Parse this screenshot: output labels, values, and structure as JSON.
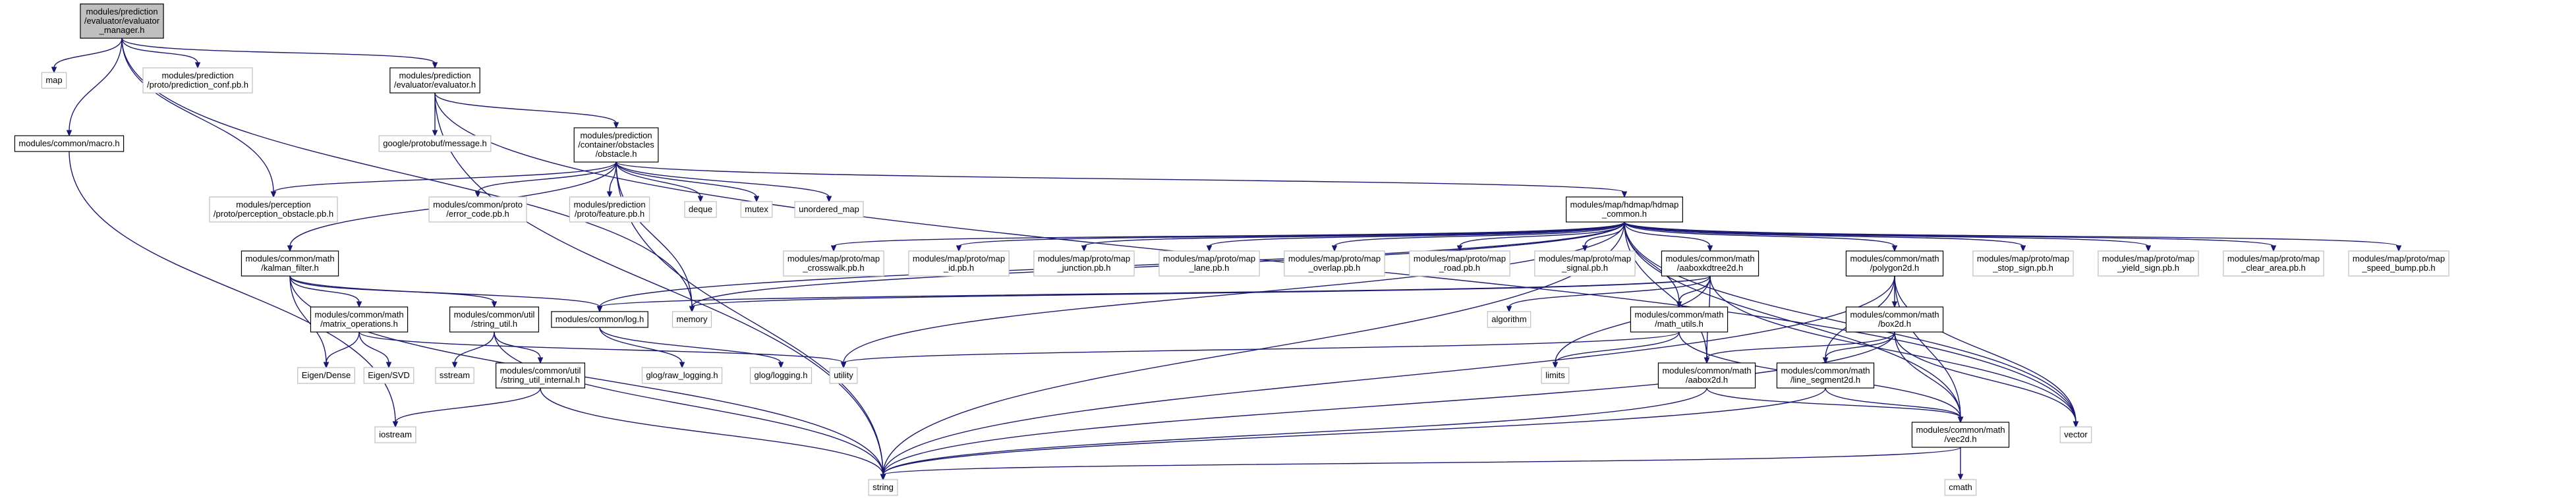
{
  "colors": {
    "edge": "#191970",
    "root_fill": "#bfbfbf",
    "doc_border": "#000000",
    "external_border": "#bfbfbf",
    "background": "#ffffff"
  },
  "nodes": [
    {
      "id": "root",
      "kind": "root",
      "lines": [
        "modules/prediction",
        "/evaluator/evaluator",
        "_manager.h"
      ]
    },
    {
      "id": "map",
      "kind": "external",
      "lines": [
        "map"
      ]
    },
    {
      "id": "pred_conf",
      "kind": "external",
      "lines": [
        "modules/prediction",
        "/proto/prediction_conf.pb.h"
      ]
    },
    {
      "id": "evaluator",
      "kind": "doc",
      "lines": [
        "modules/prediction",
        "/evaluator/evaluator.h"
      ]
    },
    {
      "id": "macro",
      "kind": "doc",
      "lines": [
        "modules/common/macro.h"
      ]
    },
    {
      "id": "gpb_message",
      "kind": "external",
      "lines": [
        "google/protobuf/message.h"
      ]
    },
    {
      "id": "obstacle",
      "kind": "doc",
      "lines": [
        "modules/prediction",
        "/container/obstacles",
        "/obstacle.h"
      ]
    },
    {
      "id": "perc_obstacle",
      "kind": "external",
      "lines": [
        "modules/perception",
        "/proto/perception_obstacle.pb.h"
      ]
    },
    {
      "id": "error_code",
      "kind": "external",
      "lines": [
        "modules/common/proto",
        "/error_code.pb.h"
      ]
    },
    {
      "id": "feature",
      "kind": "external",
      "lines": [
        "modules/prediction",
        "/proto/feature.pb.h"
      ]
    },
    {
      "id": "deque",
      "kind": "external",
      "lines": [
        "deque"
      ]
    },
    {
      "id": "mutex",
      "kind": "external",
      "lines": [
        "mutex"
      ]
    },
    {
      "id": "unordered_map",
      "kind": "external",
      "lines": [
        "unordered_map"
      ]
    },
    {
      "id": "hdmap_common",
      "kind": "doc",
      "lines": [
        "modules/map/hdmap/hdmap",
        "_common.h"
      ]
    },
    {
      "id": "kalman",
      "kind": "doc",
      "lines": [
        "modules/common/math",
        "/kalman_filter.h"
      ]
    },
    {
      "id": "crosswalk",
      "kind": "external",
      "lines": [
        "modules/map/proto/map",
        "_crosswalk.pb.h"
      ]
    },
    {
      "id": "map_id",
      "kind": "external",
      "lines": [
        "modules/map/proto/map",
        "_id.pb.h"
      ]
    },
    {
      "id": "junction",
      "kind": "external",
      "lines": [
        "modules/map/proto/map",
        "_junction.pb.h"
      ]
    },
    {
      "id": "lane",
      "kind": "external",
      "lines": [
        "modules/map/proto/map",
        "_lane.pb.h"
      ]
    },
    {
      "id": "overlap",
      "kind": "external",
      "lines": [
        "modules/map/proto/map",
        "_overlap.pb.h"
      ]
    },
    {
      "id": "road",
      "kind": "external",
      "lines": [
        "modules/map/proto/map",
        "_road.pb.h"
      ]
    },
    {
      "id": "signal",
      "kind": "external",
      "lines": [
        "modules/map/proto/map",
        "_signal.pb.h"
      ]
    },
    {
      "id": "aaboxkdtree",
      "kind": "doc",
      "lines": [
        "modules/common/math",
        "/aaboxkdtree2d.h"
      ]
    },
    {
      "id": "polygon2d",
      "kind": "doc",
      "lines": [
        "modules/common/math",
        "/polygon2d.h"
      ]
    },
    {
      "id": "stop_sign",
      "kind": "external",
      "lines": [
        "modules/map/proto/map",
        "_stop_sign.pb.h"
      ]
    },
    {
      "id": "yield_sign",
      "kind": "external",
      "lines": [
        "modules/map/proto/map",
        "_yield_sign.pb.h"
      ]
    },
    {
      "id": "clear_area",
      "kind": "external",
      "lines": [
        "modules/map/proto/map",
        "_clear_area.pb.h"
      ]
    },
    {
      "id": "speed_bump",
      "kind": "external",
      "lines": [
        "modules/map/proto/map",
        "_speed_bump.pb.h"
      ]
    },
    {
      "id": "matrix_ops",
      "kind": "doc",
      "lines": [
        "modules/common/math",
        "/matrix_operations.h"
      ]
    },
    {
      "id": "string_util",
      "kind": "doc",
      "lines": [
        "modules/common/util",
        "/string_util.h"
      ]
    },
    {
      "id": "log",
      "kind": "doc",
      "lines": [
        "modules/common/log.h"
      ]
    },
    {
      "id": "memory",
      "kind": "external",
      "lines": [
        "memory"
      ]
    },
    {
      "id": "algorithm",
      "kind": "external",
      "lines": [
        "algorithm"
      ]
    },
    {
      "id": "math_utils",
      "kind": "doc",
      "lines": [
        "modules/common/math",
        "/math_utils.h"
      ]
    },
    {
      "id": "box2d",
      "kind": "doc",
      "lines": [
        "modules/common/math",
        "/box2d.h"
      ]
    },
    {
      "id": "eigen_dense",
      "kind": "external",
      "lines": [
        "Eigen/Dense"
      ]
    },
    {
      "id": "eigen_svd",
      "kind": "external",
      "lines": [
        "Eigen/SVD"
      ]
    },
    {
      "id": "sstream",
      "kind": "external",
      "lines": [
        "sstream"
      ]
    },
    {
      "id": "string_util_internal",
      "kind": "doc",
      "lines": [
        "modules/common/util",
        "/string_util_internal.h"
      ]
    },
    {
      "id": "glog_raw",
      "kind": "external",
      "lines": [
        "glog/raw_logging.h"
      ]
    },
    {
      "id": "glog",
      "kind": "external",
      "lines": [
        "glog/logging.h"
      ]
    },
    {
      "id": "utility",
      "kind": "external",
      "lines": [
        "utility"
      ]
    },
    {
      "id": "limits",
      "kind": "external",
      "lines": [
        "limits"
      ]
    },
    {
      "id": "aabox2d",
      "kind": "doc",
      "lines": [
        "modules/common/math",
        "/aabox2d.h"
      ]
    },
    {
      "id": "line_segment",
      "kind": "doc",
      "lines": [
        "modules/common/math",
        "/line_segment2d.h"
      ]
    },
    {
      "id": "vector",
      "kind": "external",
      "lines": [
        "vector"
      ]
    },
    {
      "id": "vec2d",
      "kind": "doc",
      "lines": [
        "modules/common/math",
        "/vec2d.h"
      ]
    },
    {
      "id": "iostream",
      "kind": "external",
      "lines": [
        "iostream"
      ]
    },
    {
      "id": "string",
      "kind": "external",
      "lines": [
        "string"
      ]
    },
    {
      "id": "cmath",
      "kind": "external",
      "lines": [
        "cmath"
      ]
    }
  ],
  "edges": [
    [
      "root",
      "map"
    ],
    [
      "root",
      "pred_conf"
    ],
    [
      "root",
      "evaluator"
    ],
    [
      "root",
      "macro"
    ],
    [
      "root",
      "perc_obstacle"
    ],
    [
      "root",
      "memory"
    ],
    [
      "evaluator",
      "gpb_message"
    ],
    [
      "evaluator",
      "obstacle"
    ],
    [
      "evaluator",
      "string"
    ],
    [
      "evaluator",
      "vector"
    ],
    [
      "macro",
      "iostream"
    ],
    [
      "obstacle",
      "perc_obstacle"
    ],
    [
      "obstacle",
      "error_code"
    ],
    [
      "obstacle",
      "feature"
    ],
    [
      "obstacle",
      "deque"
    ],
    [
      "obstacle",
      "mutex"
    ],
    [
      "obstacle",
      "unordered_map"
    ],
    [
      "obstacle",
      "hdmap_common"
    ],
    [
      "obstacle",
      "kalman"
    ],
    [
      "obstacle",
      "memory"
    ],
    [
      "obstacle",
      "string"
    ],
    [
      "hdmap_common",
      "crosswalk"
    ],
    [
      "hdmap_common",
      "map_id"
    ],
    [
      "hdmap_common",
      "junction"
    ],
    [
      "hdmap_common",
      "lane"
    ],
    [
      "hdmap_common",
      "overlap"
    ],
    [
      "hdmap_common",
      "road"
    ],
    [
      "hdmap_common",
      "signal"
    ],
    [
      "hdmap_common",
      "aaboxkdtree"
    ],
    [
      "hdmap_common",
      "polygon2d"
    ],
    [
      "hdmap_common",
      "stop_sign"
    ],
    [
      "hdmap_common",
      "yield_sign"
    ],
    [
      "hdmap_common",
      "clear_area"
    ],
    [
      "hdmap_common",
      "speed_bump"
    ],
    [
      "hdmap_common",
      "log"
    ],
    [
      "hdmap_common",
      "memory"
    ],
    [
      "hdmap_common",
      "math_utils"
    ],
    [
      "hdmap_common",
      "aabox2d"
    ],
    [
      "hdmap_common",
      "vec2d"
    ],
    [
      "hdmap_common",
      "vector"
    ],
    [
      "hdmap_common",
      "string"
    ],
    [
      "hdmap_common",
      "utility"
    ],
    [
      "kalman",
      "matrix_ops"
    ],
    [
      "kalman",
      "string_util"
    ],
    [
      "kalman",
      "log"
    ],
    [
      "kalman",
      "eigen_dense"
    ],
    [
      "kalman",
      "string"
    ],
    [
      "matrix_ops",
      "eigen_dense"
    ],
    [
      "matrix_ops",
      "eigen_svd"
    ],
    [
      "matrix_ops",
      "utility"
    ],
    [
      "string_util",
      "sstream"
    ],
    [
      "string_util",
      "string_util_internal"
    ],
    [
      "string_util",
      "string"
    ],
    [
      "string_util_internal",
      "iostream"
    ],
    [
      "string_util_internal",
      "string"
    ],
    [
      "log",
      "glog_raw"
    ],
    [
      "log",
      "glog"
    ],
    [
      "aaboxkdtree",
      "algorithm"
    ],
    [
      "aaboxkdtree",
      "limits"
    ],
    [
      "aaboxkdtree",
      "memory"
    ],
    [
      "aaboxkdtree",
      "vector"
    ],
    [
      "aaboxkdtree",
      "log"
    ],
    [
      "aaboxkdtree",
      "aabox2d"
    ],
    [
      "aaboxkdtree",
      "math_utils"
    ],
    [
      "math_utils",
      "limits"
    ],
    [
      "math_utils",
      "utility"
    ],
    [
      "math_utils",
      "vec2d"
    ],
    [
      "polygon2d",
      "box2d"
    ],
    [
      "polygon2d",
      "line_segment"
    ],
    [
      "polygon2d",
      "vec2d"
    ],
    [
      "polygon2d",
      "vector"
    ],
    [
      "polygon2d",
      "string"
    ],
    [
      "box2d",
      "aabox2d"
    ],
    [
      "box2d",
      "line_segment"
    ],
    [
      "box2d",
      "vec2d"
    ],
    [
      "box2d",
      "vector"
    ],
    [
      "box2d",
      "string"
    ],
    [
      "aabox2d",
      "vec2d"
    ],
    [
      "aabox2d",
      "string"
    ],
    [
      "line_segment",
      "vec2d"
    ],
    [
      "line_segment",
      "string"
    ],
    [
      "vec2d",
      "cmath"
    ],
    [
      "vec2d",
      "string"
    ]
  ]
}
